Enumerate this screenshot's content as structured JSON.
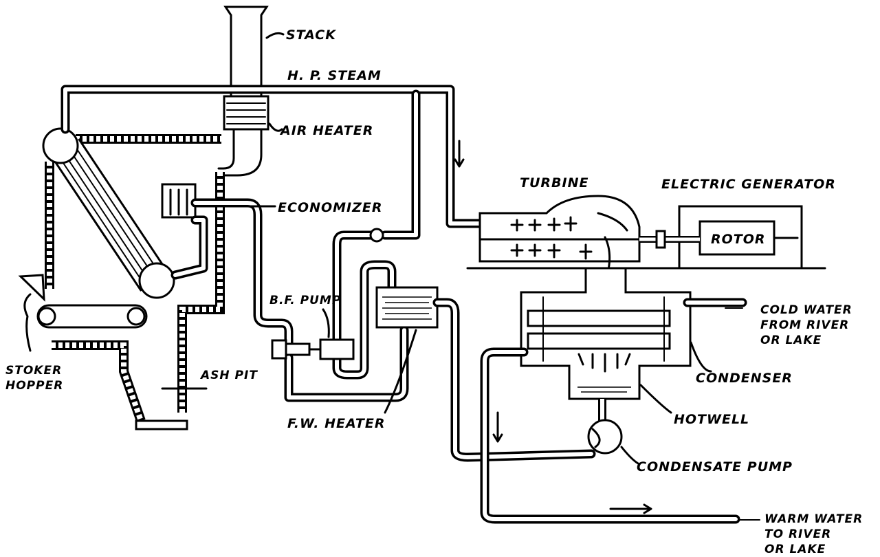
{
  "labels": {
    "stack": "STACK",
    "hp_steam": "H. P. STEAM",
    "air_heater": "AIR HEATER",
    "economizer": "ECONOMIZER",
    "turbine": "TURBINE",
    "electric_generator": "ELECTRIC GENERATOR",
    "rotor": "ROTOR",
    "bf_pump": "B.F. PUMP",
    "cold_water": [
      "COLD WATER",
      "FROM RIVER",
      "OR LAKE"
    ],
    "condenser": "CONDENSER",
    "stoker_hopper": [
      "STOKER",
      "HOPPER"
    ],
    "ash_pit": "ASH PIT",
    "hotwell": "HOTWELL",
    "fw_heater": "F.W. HEATER",
    "condensate_pump": "CONDENSATE PUMP",
    "warm_water": [
      "WARM WATER",
      "TO RIVER",
      "OR LAKE"
    ]
  }
}
